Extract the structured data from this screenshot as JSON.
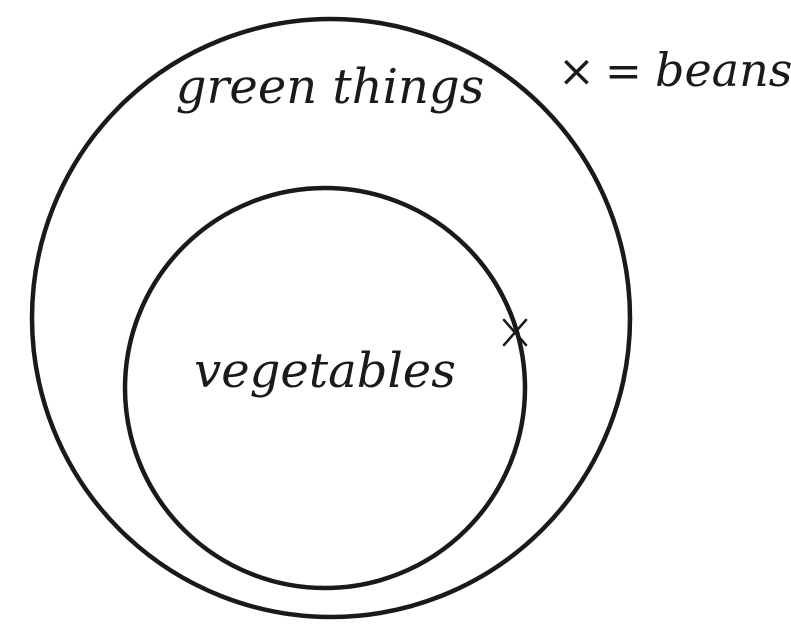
{
  "diagram": {
    "outer_set": {
      "label": "green things"
    },
    "inner_set": {
      "label": "vegetables"
    },
    "element": {
      "marker": "×",
      "name": "beans"
    },
    "legend": {
      "symbol": "×",
      "equals": "=",
      "text": "beans"
    },
    "colors": {
      "stroke": "#1a1a1a",
      "background": "#ffffff"
    }
  }
}
